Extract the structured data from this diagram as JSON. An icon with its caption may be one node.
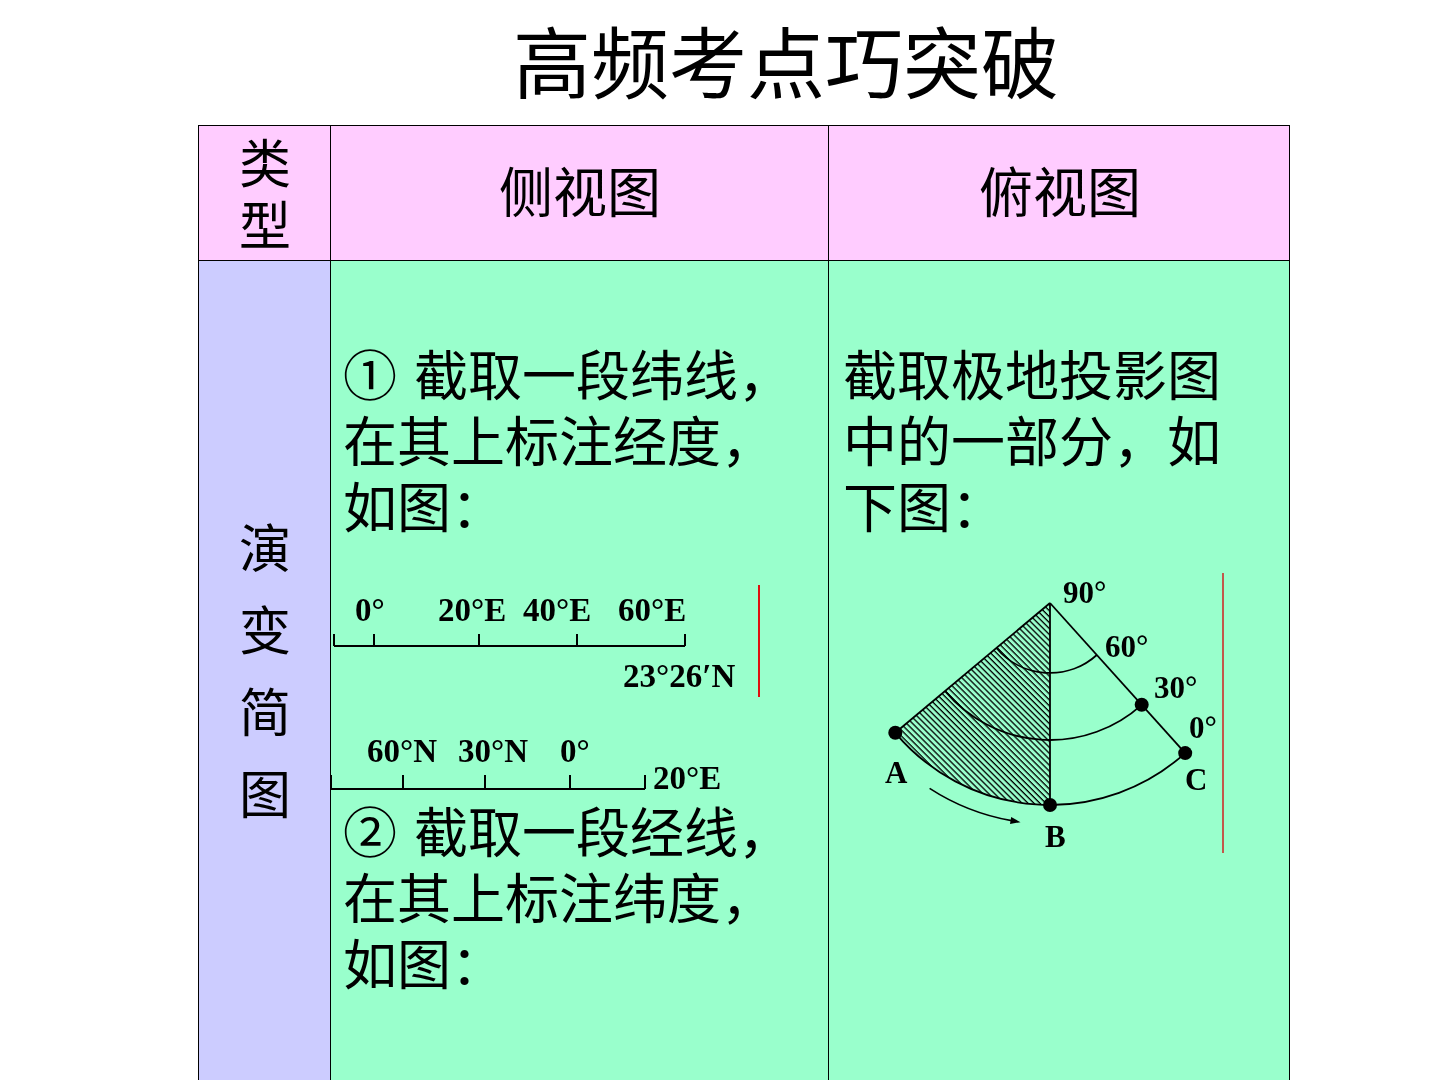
{
  "diagram": {
    "title": "高频考点巧突破",
    "labels": [
      "类型",
      "侧视图",
      "俯视图",
      "演变简图",
      "① 截取一段纬线，在其上标注经度，如图：",
      "0°",
      "20°E",
      "40°E",
      "60°E",
      "23°26′N",
      "60°N",
      "30°N",
      "0°",
      "20°E",
      "② 截取一段经线，在其上标注纬度，如图：",
      "截取极地投影图中的一部分，如下图：",
      "90°",
      "60°",
      "30°",
      "0°",
      "A",
      "C",
      "B"
    ]
  }
}
